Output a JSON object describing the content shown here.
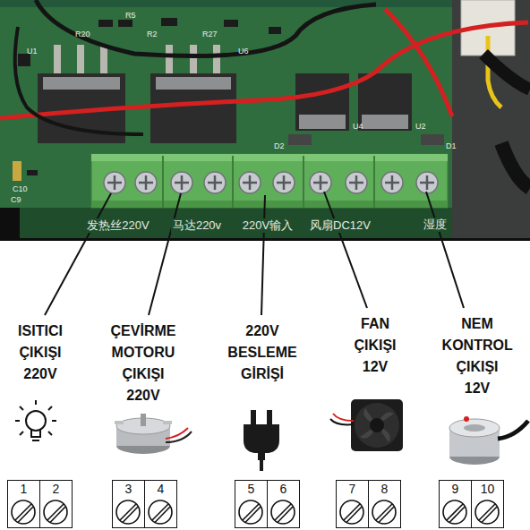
{
  "diagram": {
    "nodes": [
      {
        "text": [
          "1"
        ]
      },
      {
        "text": [
          "2"
        ]
      },
      {
        "text": [
          "3"
        ]
      },
      {
        "text": [
          "4"
        ]
      },
      {
        "text": [
          "5"
        ]
      },
      {
        "text": [
          "6"
        ]
      },
      {
        "text": [
          "7"
        ]
      },
      {
        "text": [
          "8"
        ]
      },
      {
        "text": [
          "9"
        ]
      },
      {
        "text": [
          "10"
        ]
      }
    ],
    "labels": [
      "R5",
      "R20",
      "R2",
      "R27",
      "U1",
      "U6",
      "U4",
      "U2",
      "D2",
      "D1",
      "C10",
      "C9",
      "发热丝220V",
      "马达220v",
      "220V输入",
      "风扇DC12V",
      "湿度",
      "ISITICI ÇIKIŞI 220V",
      "ÇEVİRME MOTORU ÇIKIŞI 220V",
      "220V BESLEME GİRİŞİ",
      "FAN ÇIKIŞI 12V",
      "NEM KONTROL ÇIKIŞI 12V"
    ]
  }
}
